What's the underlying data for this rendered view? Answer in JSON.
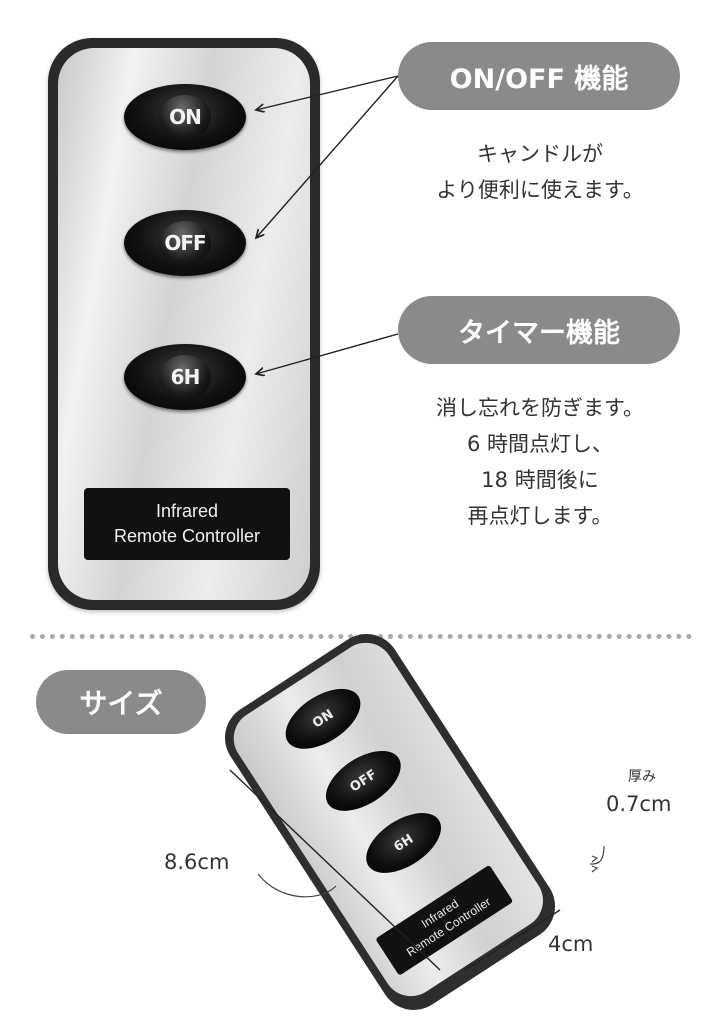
{
  "remote": {
    "buttons": [
      "ON",
      "OFF",
      "6H"
    ],
    "plate_line1": "Infrared",
    "plate_line2": "Remote Controller"
  },
  "features": [
    {
      "title": "ON/OFF 機能",
      "lines": [
        "キャンドルが",
        "より便利に使えます。"
      ]
    },
    {
      "title": "タイマー機能",
      "lines": [
        "消し忘れを防ぎます。",
        "6 時間点灯し、",
        "18 時間後に",
        "再点灯します。"
      ]
    }
  ],
  "size": {
    "title": "サイズ",
    "length": "8.6cm",
    "width": "4cm",
    "thickness_label": "厚み",
    "thickness": "0.7cm"
  },
  "colors": {
    "pill": "#8a8a8a",
    "remote_body": "#2a2a2a",
    "button": "#111111"
  }
}
